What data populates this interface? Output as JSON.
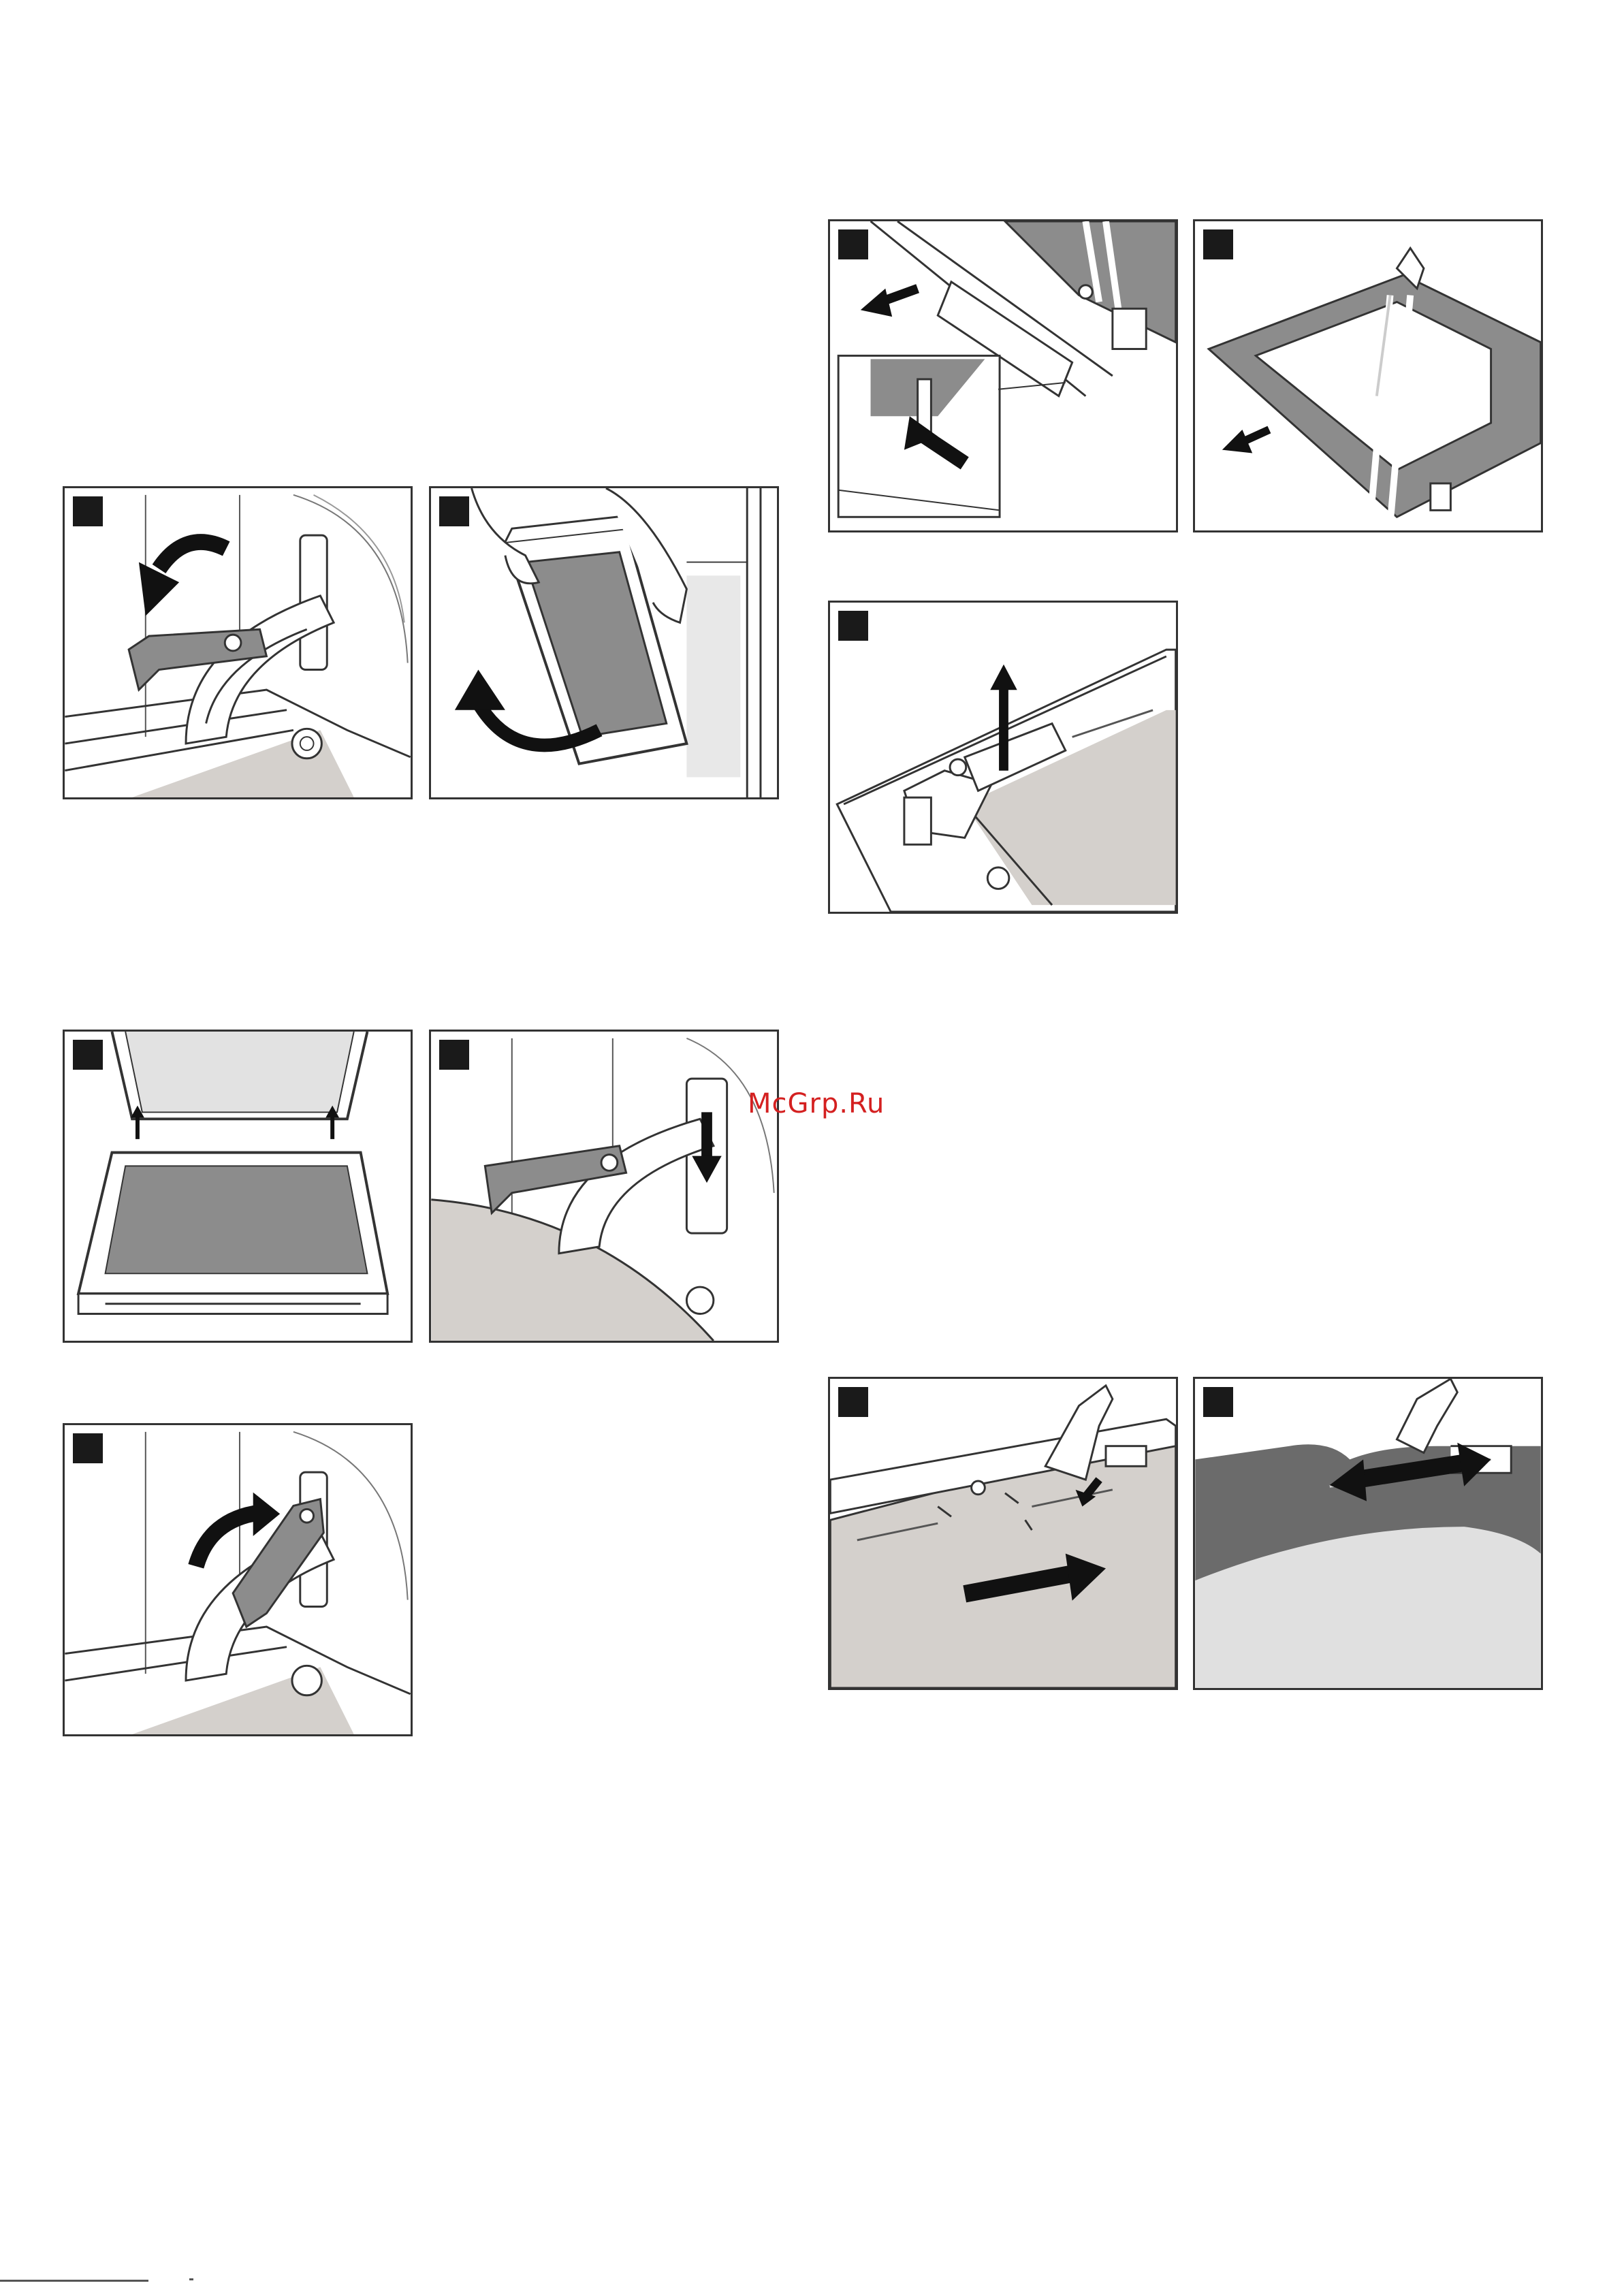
{
  "page": {
    "watermark": "McGrp.Ru"
  },
  "colors": {
    "frame": "#333333",
    "step_badge": "#1a1a1a",
    "arrow": "#111111",
    "grey_glass": "#8c8c8c",
    "light_surface": "#d4d0cc",
    "watermark": "#d42020"
  },
  "panels": [
    {
      "id": "hinge-unlock",
      "icon": "curved-arrow-down-icon"
    },
    {
      "id": "door-lift-out",
      "icon": "curved-arrow-up-icon"
    },
    {
      "id": "door-reinsert",
      "icon": "arrow-up-icon"
    },
    {
      "id": "hinge-lower",
      "icon": "arrow-down-icon"
    },
    {
      "id": "hinge-lock",
      "icon": "curved-arrow-up-icon"
    },
    {
      "id": "trim-remove",
      "icon": "arrow-left-icon"
    },
    {
      "id": "pane-remove",
      "icon": "arrow-left-icon"
    },
    {
      "id": "clip-lift",
      "icon": "arrow-up-icon"
    },
    {
      "id": "pane-slide-in",
      "icon": "arrow-right-icon"
    },
    {
      "id": "pane-push",
      "icon": "double-arrow-icon"
    }
  ]
}
